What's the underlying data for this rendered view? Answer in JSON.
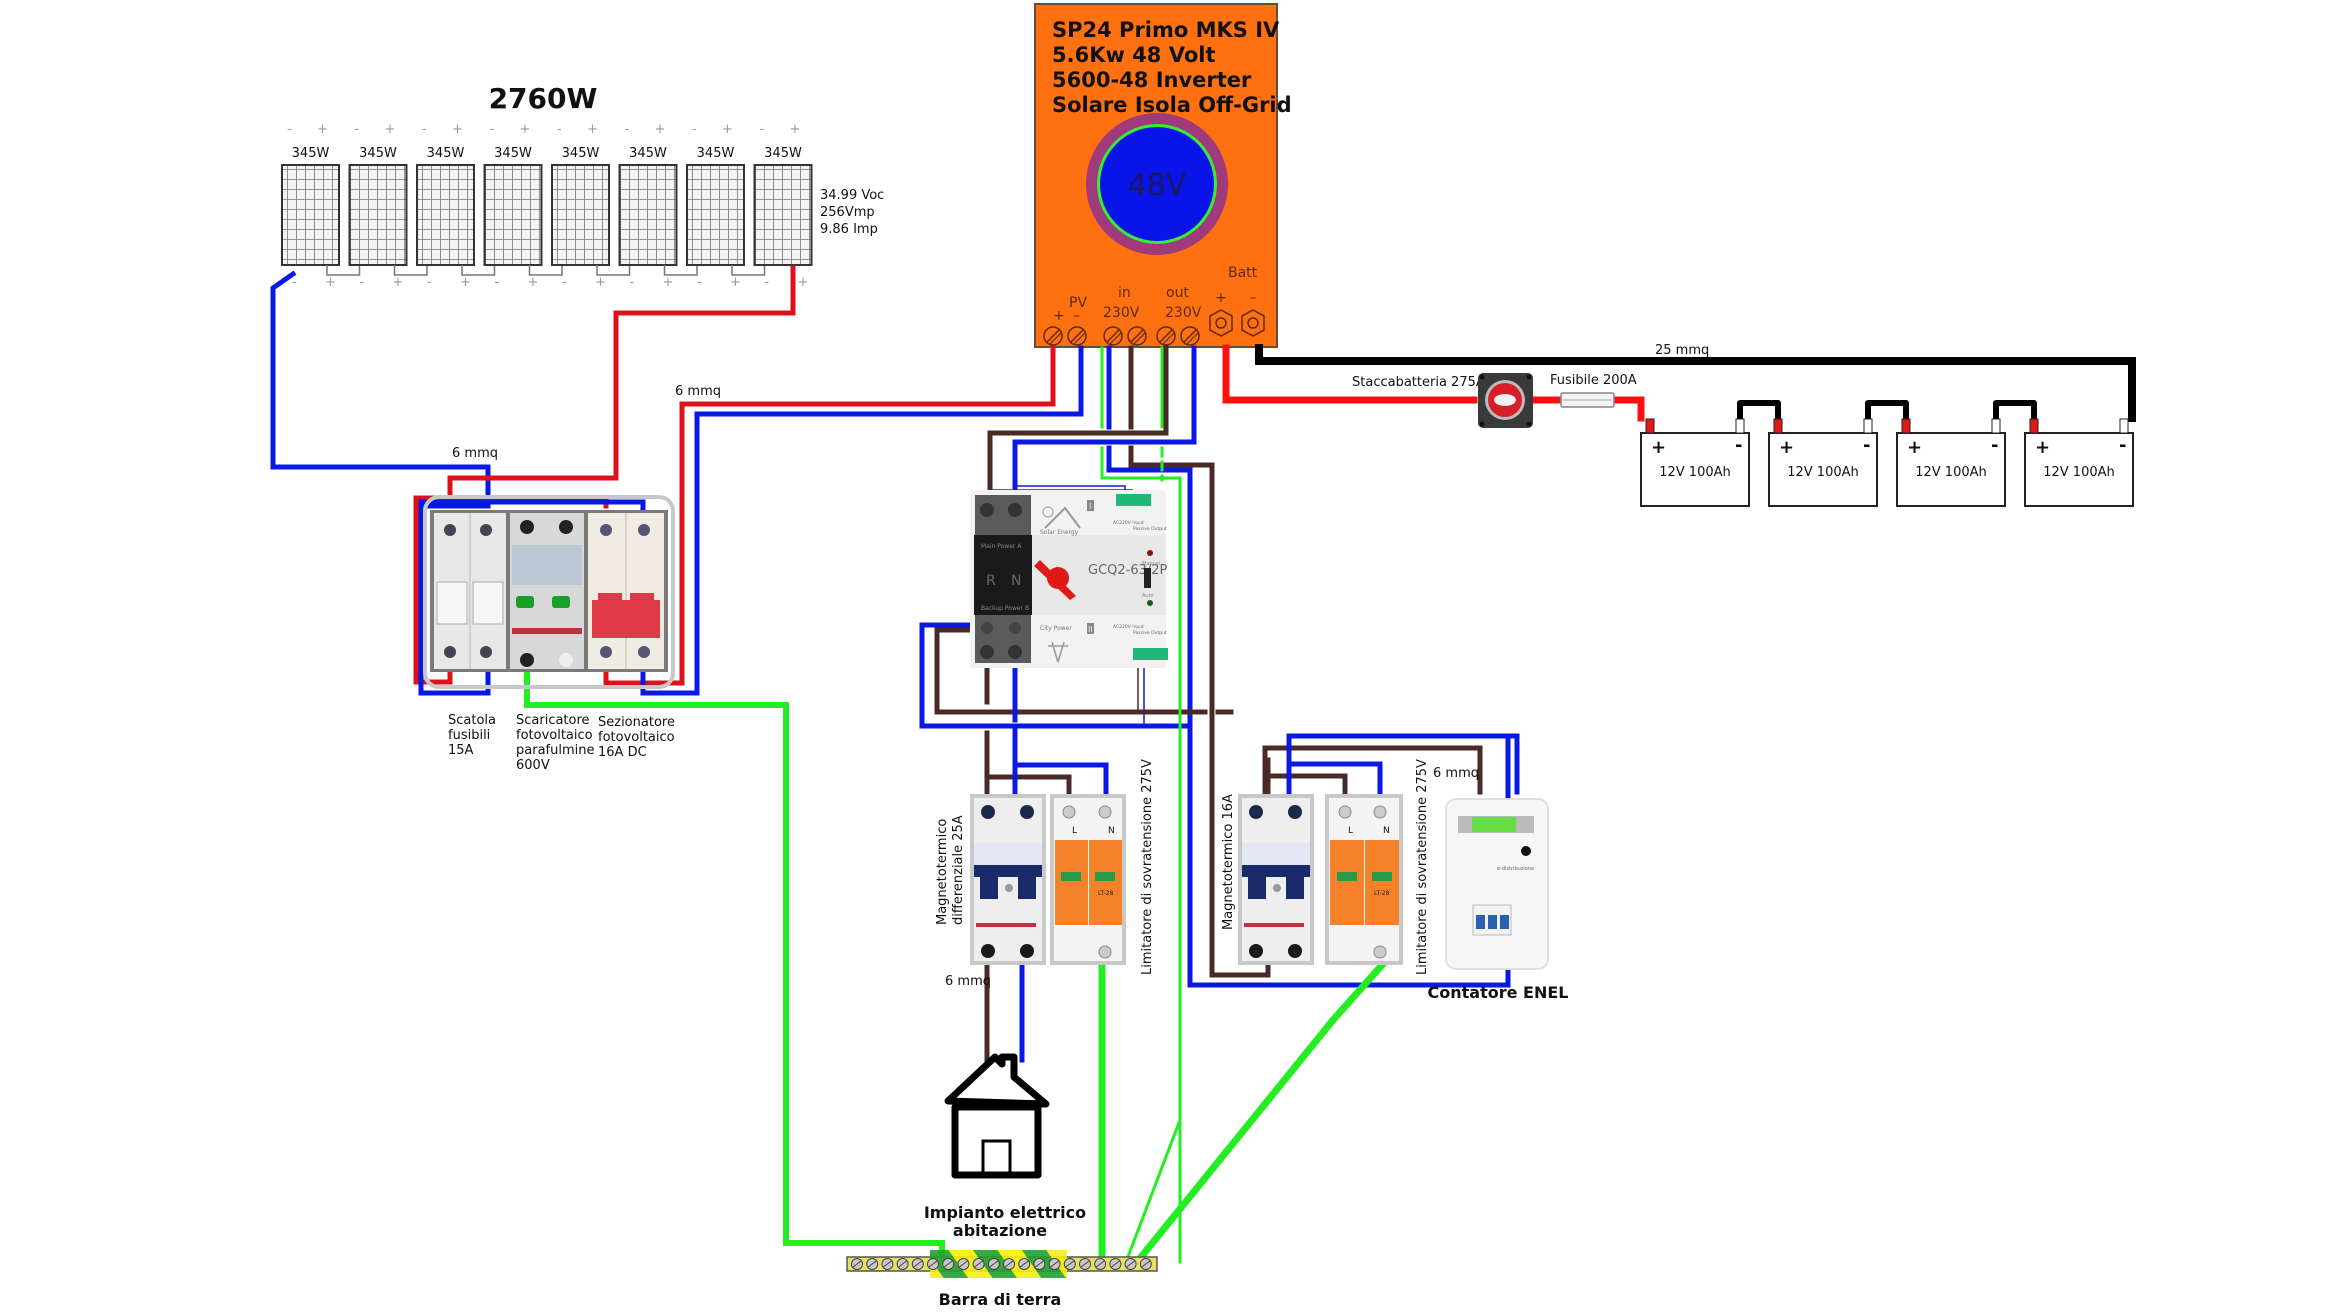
{
  "colors": {
    "positive_dc": "#e0101a",
    "negative_dc": "#0a18e6",
    "phase": "#4a2a26",
    "neutral": "#0a18e6",
    "earth": "#22ee22",
    "battery_neg": "#000000",
    "inverter_body": "#ff7010",
    "inverter_ring": "#a03a7a",
    "inverter_disc": "#0a14e8"
  },
  "pv_array": {
    "total_power": "2760W",
    "panel_count": 8,
    "panels": [
      {
        "label": "345W"
      },
      {
        "label": "345W"
      },
      {
        "label": "345W"
      },
      {
        "label": "345W"
      },
      {
        "label": "345W"
      },
      {
        "label": "345W"
      },
      {
        "label": "345W"
      },
      {
        "label": "345W"
      }
    ],
    "specs": [
      "34.99 Voc",
      "256Vmp",
      "9.86 Imp"
    ],
    "polarity_top": [
      "-",
      "+"
    ],
    "polarity_bottom": [
      "-",
      "+"
    ]
  },
  "inverter": {
    "title_lines": [
      "SP24 Primo MKS IV",
      "5.6Kw 48 Volt",
      "5600-48 Inverter",
      "Solare Isola Off-Grid"
    ],
    "display_voltage": "48V",
    "terminals": {
      "pv_label": "PV",
      "pv_plus": "+",
      "pv_minus": "–",
      "in_label": "in",
      "in_voltage": "230V",
      "out_label": "out",
      "out_voltage": "230V",
      "batt_label": "Batt",
      "batt_plus": "+",
      "batt_minus": "–"
    }
  },
  "cables": {
    "battery_main": "25 mmq",
    "pv_to_box_left": "6 mmq",
    "pv_to_inverter": "6 mmq",
    "house_feed": "6 mmq",
    "enel_feed": "6 mmq"
  },
  "battery_bank": {
    "disconnect_label": "Staccabatteria 275A",
    "fuse_label": "Fusibile 200A",
    "batteries": [
      {
        "label": "12V 100Ah",
        "plus": "+",
        "minus": "-"
      },
      {
        "label": "12V 100Ah",
        "plus": "+",
        "minus": "-"
      },
      {
        "label": "12V 100Ah",
        "plus": "+",
        "minus": "-"
      },
      {
        "label": "12V 100Ah",
        "plus": "+",
        "minus": "-"
      }
    ]
  },
  "dc_box": {
    "components": [
      {
        "label_lines": [
          "Scatola",
          "fusibili",
          "15A"
        ]
      },
      {
        "label_lines": [
          "Scaricatore",
          "fotovoltaico",
          "parafulmine",
          "600V"
        ]
      },
      {
        "label_lines": [
          "Sezionatore",
          "fotovoltaico",
          "16A DC"
        ]
      }
    ]
  },
  "ats": {
    "model": "GCQ2-63/2P",
    "source_a": "Solar Energy",
    "source_b": "City Power",
    "main_power": "Main Power A",
    "backup_power": "Backup Power B",
    "poles": [
      "R",
      "N"
    ],
    "mode_manual": "Manual",
    "mode_auto": "Auto",
    "indicator_a": "A",
    "indicator_b": "B",
    "input_top": "AC220V Input",
    "output_top": "Passive Output",
    "input_bottom": "AC220V Input",
    "output_bottom": "Passive Output",
    "slot_i": "I",
    "slot_ii": "II"
  },
  "house_panel": {
    "breaker_label": "Magnetotermico differenziale 25A",
    "breaker_label_lines": [
      "Magnetotermico",
      "differenziale 25A"
    ],
    "spd_label": "Limitatore di sovratensione 275V",
    "spd_terminals": [
      "L",
      "N"
    ],
    "spd_model": "LT-28"
  },
  "grid_panel": {
    "breaker_label": "Magnetotermico 16A",
    "spd_label": "Limitatore di sovratensione 275V",
    "spd_terminals": [
      "L",
      "N"
    ],
    "spd_model": "LT-28"
  },
  "house": {
    "label_lines": [
      "Impianto elettrico",
      "abitazione"
    ]
  },
  "meter": {
    "label": "Contatore ENEL",
    "brand": "e-distribuzione"
  },
  "earth_bar": {
    "label": "Barra di terra",
    "screw_count": 20
  }
}
